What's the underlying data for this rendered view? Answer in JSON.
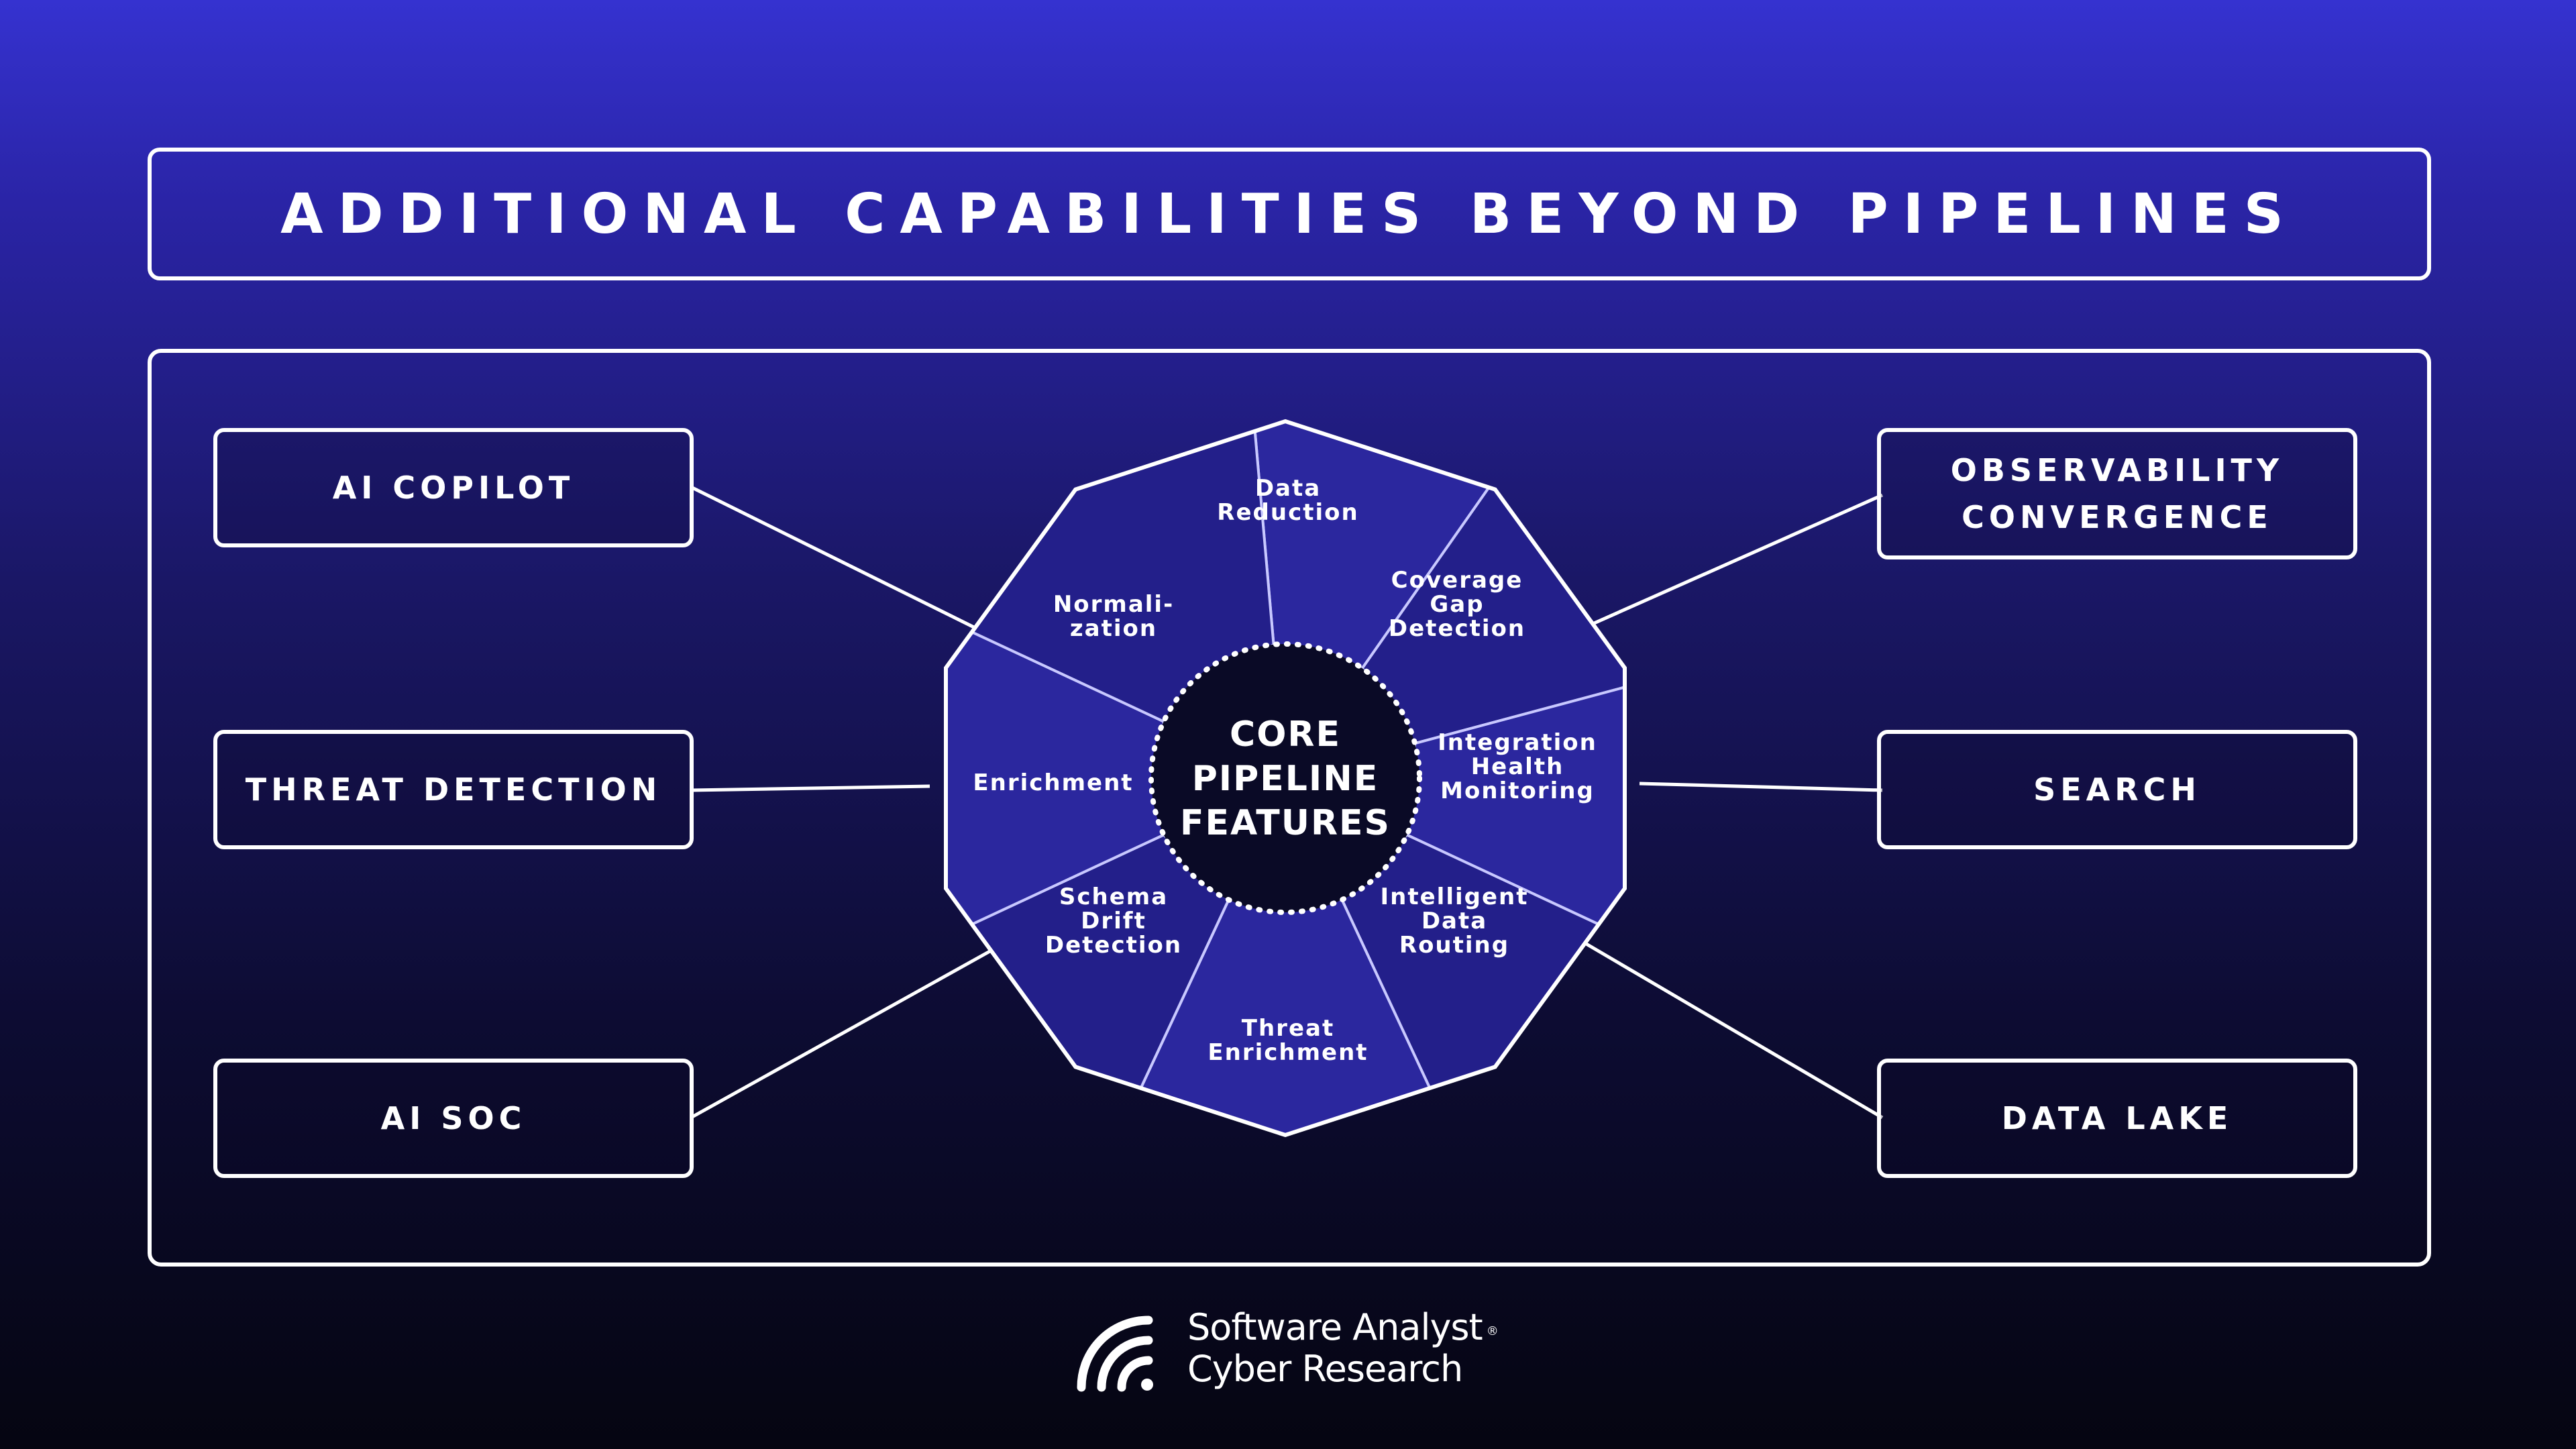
{
  "title": "ADDITIONAL CAPABILITIES BEYOND PIPELINES",
  "left_capabilities": [
    {
      "label": "AI COPILOT"
    },
    {
      "label": "THREAT DETECTION"
    },
    {
      "label": "AI SOC"
    }
  ],
  "right_capabilities": [
    {
      "label": "OBSERVABILITY CONVERGENCE"
    },
    {
      "label": "SEARCH"
    },
    {
      "label": "DATA LAKE"
    }
  ],
  "core": {
    "lines": [
      "CORE",
      "PIPELINE",
      "FEATURES"
    ]
  },
  "segments": [
    {
      "id": "data-reduction",
      "lines": [
        "Data",
        "Reduction"
      ]
    },
    {
      "id": "coverage-gap-detection",
      "lines": [
        "Coverage",
        "Gap",
        "Detection"
      ]
    },
    {
      "id": "integration-health-monitoring",
      "lines": [
        "Integration",
        "Health",
        "Monitoring"
      ]
    },
    {
      "id": "intelligent-data-routing",
      "lines": [
        "Intelligent",
        "Data",
        "Routing"
      ]
    },
    {
      "id": "threat-enrichment",
      "lines": [
        "Threat",
        "Enrichment"
      ]
    },
    {
      "id": "schema-drift-detection",
      "lines": [
        "Schema",
        "Drift",
        "Detection"
      ]
    },
    {
      "id": "enrichment",
      "lines": [
        "Enrichment"
      ]
    },
    {
      "id": "normalization",
      "lines": [
        "Normali-",
        "zation"
      ]
    }
  ],
  "brand": {
    "line1": "Software Analyst",
    "line2": "Cyber Research",
    "reg_mark": "®",
    "icon": "wifi-signal-icon"
  },
  "colors": {
    "bg_top": "#3532d0",
    "bg_bottom": "#050511",
    "stroke": "#ffffff",
    "core_fill": "#0a0a26"
  }
}
